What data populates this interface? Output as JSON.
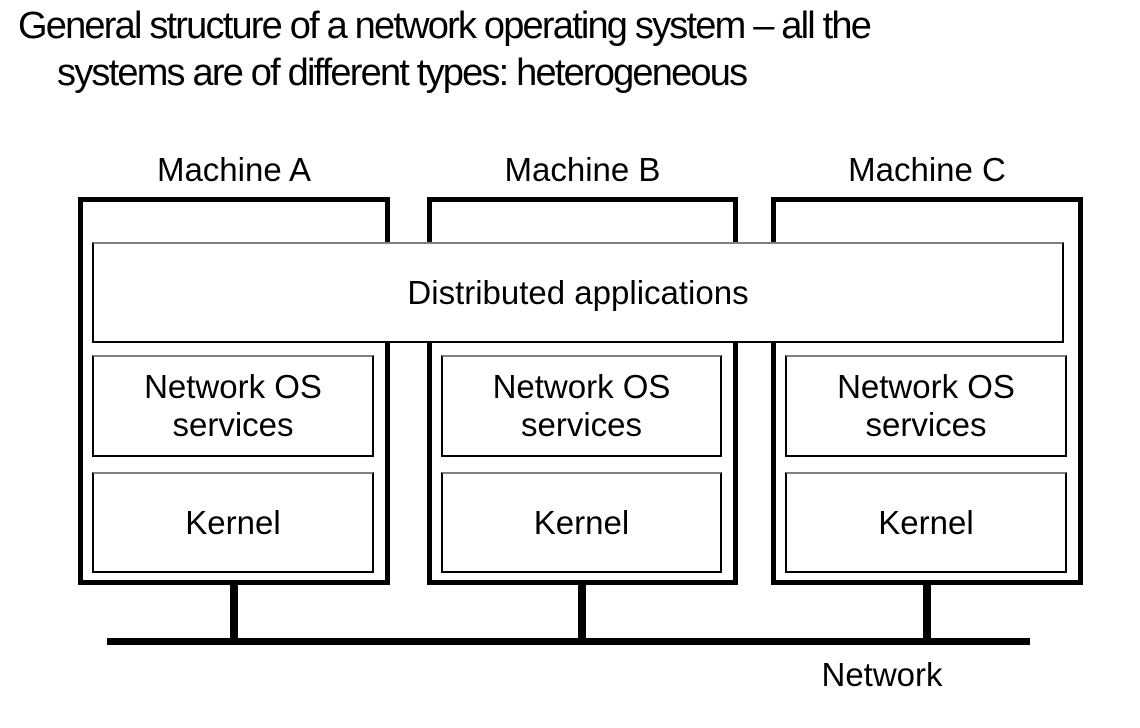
{
  "title": {
    "line1": "General structure of a network operating system – all the",
    "line2": "systems are of different types: heterogeneous"
  },
  "diagram": {
    "machines": [
      {
        "label": "Machine A",
        "services": "Network OS\nservices",
        "kernel": "Kernel"
      },
      {
        "label": "Machine B",
        "services": "Network OS\nservices",
        "kernel": "Kernel"
      },
      {
        "label": "Machine C",
        "services": "Network OS\nservices",
        "kernel": "Kernel"
      }
    ],
    "distributed_applications": "Distributed applications",
    "network": "Network",
    "colors": {
      "line": "#000000",
      "background": "#ffffff",
      "box_border": "#000000",
      "shadow_gray": "#808080",
      "text": "#000000"
    }
  }
}
